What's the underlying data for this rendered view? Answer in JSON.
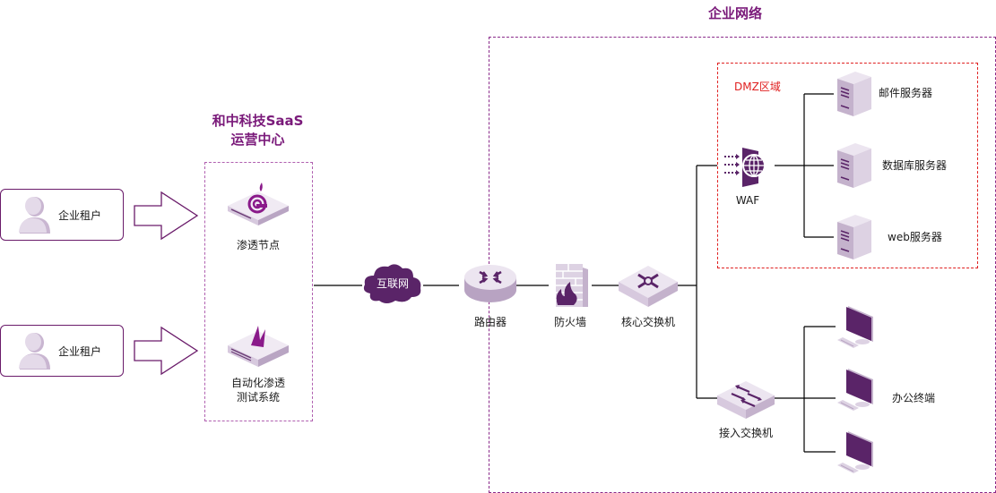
{
  "titles": {
    "enterprise_network": "企业网络",
    "saas_center_line1": "和中科技SaaS",
    "saas_center_line2": "运营中心",
    "dmz_zone": "DMZ区域"
  },
  "tenants": [
    {
      "label": "企业租户",
      "icon": "user-icon"
    },
    {
      "label": "企业租户",
      "icon": "user-icon"
    }
  ],
  "saas_nodes": {
    "pentest_node": "渗透节点",
    "auto_pentest_line1": "自动化渗透",
    "auto_pentest_line2": "测试系统"
  },
  "network": {
    "internet": "互联网",
    "router": "路由器",
    "firewall": "防火墙",
    "core_switch": "核心交换机",
    "waf": "WAF",
    "access_switch": "接入交换机"
  },
  "dmz_servers": [
    {
      "label": "邮件服务器"
    },
    {
      "label": "数据库服务器"
    },
    {
      "label": "web服务器"
    }
  ],
  "office_terminals": {
    "label": "办公终端",
    "count": 3
  },
  "colors": {
    "brand_purple": "#7a1a7a",
    "dark_purple": "#5a2468",
    "device_light": "#e6dcea",
    "device_mid": "#c4b2cc",
    "dmz_red": "#e02020"
  }
}
